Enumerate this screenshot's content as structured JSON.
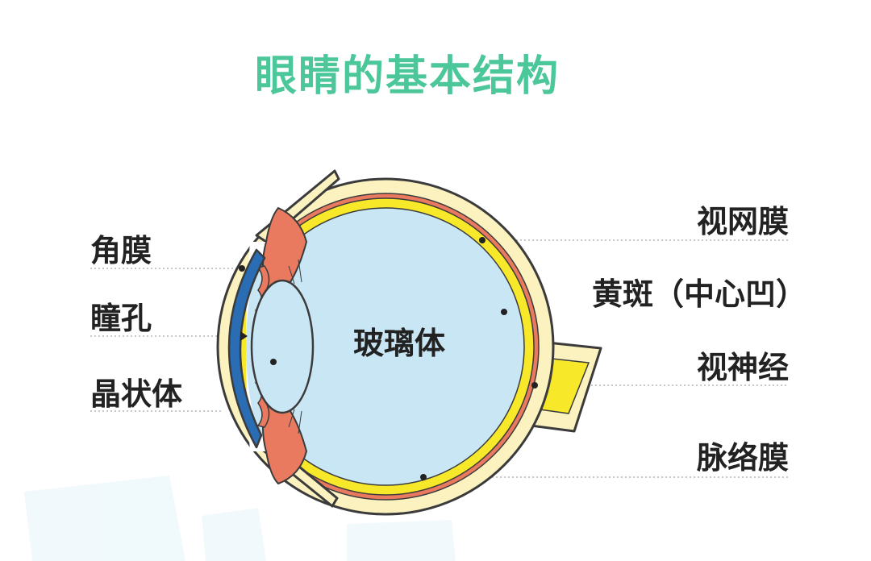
{
  "title": "眼睛的基本结构",
  "labels": {
    "cornea": "角膜",
    "pupil": "瞳孔",
    "lens": "晶状体",
    "vitreous": "玻璃体",
    "retina": "视网膜",
    "macula": "黄斑（中心凹）",
    "optic_nerve": "视神经",
    "choroid": "脉络膜"
  },
  "colors": {
    "title": "#4cc79a",
    "sclera": "#fbf2c0",
    "outline": "#3b3b3b",
    "choroid": "#e97a60",
    "retina": "#f7e82a",
    "vitreous": "#c9e6f4",
    "cornea": "#2a6db5",
    "iris": "#e97a60",
    "label_text": "#222222",
    "leader_line": "#b5b5b5"
  }
}
